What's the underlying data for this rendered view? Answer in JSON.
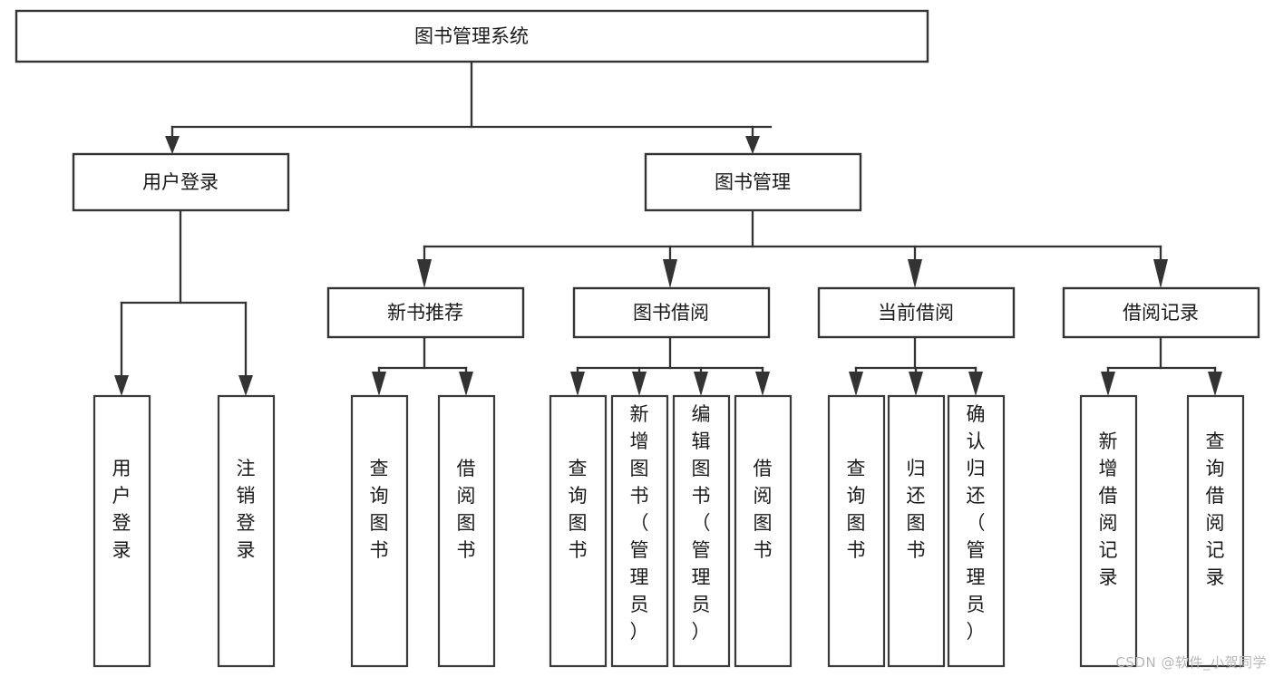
{
  "diagram": {
    "type": "tree",
    "title": "图书管理系统",
    "root": {
      "id": "root",
      "label": "图书管理系统",
      "orientation": "horizontal"
    },
    "level1": [
      {
        "id": "user-login",
        "label": "用户登录",
        "orientation": "horizontal"
      },
      {
        "id": "book-manage",
        "label": "图书管理",
        "orientation": "horizontal"
      }
    ],
    "level2": [
      {
        "id": "new-book-rec",
        "label": "新书推荐",
        "orientation": "horizontal",
        "parent": "book-manage"
      },
      {
        "id": "book-borrow",
        "label": "图书借阅",
        "orientation": "horizontal",
        "parent": "book-manage"
      },
      {
        "id": "current-borrow",
        "label": "当前借阅",
        "orientation": "horizontal",
        "parent": "book-manage"
      },
      {
        "id": "borrow-record",
        "label": "借阅记录",
        "orientation": "horizontal",
        "parent": "book-manage"
      }
    ],
    "leaves": [
      {
        "id": "leaf-user-login",
        "label": "用户登录",
        "parent": "user-login",
        "orientation": "vertical"
      },
      {
        "id": "leaf-logout",
        "label": "注销登录",
        "parent": "user-login",
        "orientation": "vertical"
      },
      {
        "id": "leaf-query-book-1",
        "label": "查询图书",
        "parent": "new-book-rec",
        "orientation": "vertical"
      },
      {
        "id": "leaf-borrow-book-1",
        "label": "借阅图书",
        "parent": "new-book-rec",
        "orientation": "vertical"
      },
      {
        "id": "leaf-query-book-2",
        "label": "查询图书",
        "parent": "book-borrow",
        "orientation": "vertical"
      },
      {
        "id": "leaf-add-book",
        "label": "新增图书（管理员）",
        "parent": "book-borrow",
        "orientation": "vertical"
      },
      {
        "id": "leaf-edit-book",
        "label": "编辑图书（管理员）",
        "parent": "book-borrow",
        "orientation": "vertical"
      },
      {
        "id": "leaf-borrow-book-2",
        "label": "借阅图书",
        "parent": "book-borrow",
        "orientation": "vertical"
      },
      {
        "id": "leaf-query-book-3",
        "label": "查询图书",
        "parent": "current-borrow",
        "orientation": "vertical"
      },
      {
        "id": "leaf-return-book",
        "label": "归还图书",
        "parent": "current-borrow",
        "orientation": "vertical"
      },
      {
        "id": "leaf-confirm-return",
        "label": "确认归还（管理员）",
        "parent": "current-borrow",
        "orientation": "vertical"
      },
      {
        "id": "leaf-add-record",
        "label": "新增借阅记录",
        "parent": "borrow-record",
        "orientation": "vertical"
      },
      {
        "id": "leaf-query-record",
        "label": "查询借阅记录",
        "parent": "borrow-record",
        "orientation": "vertical"
      }
    ],
    "colors": {
      "stroke": "#333333",
      "fill": "#ffffff",
      "text": "#1a1a1a",
      "watermark": "#b8b8b8"
    }
  },
  "watermark": {
    "text": "CSDN @软件_小贺同学"
  }
}
